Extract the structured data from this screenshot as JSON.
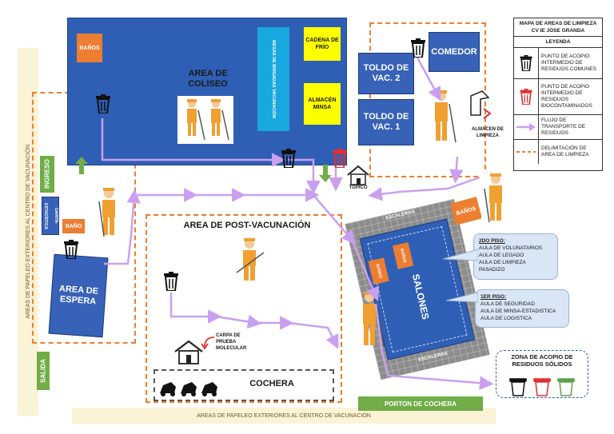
{
  "colors": {
    "building_blue": "#2f5fb5",
    "accent_orange": "#ed7d31",
    "accent_yellow": "#ffff00",
    "accent_green": "#70ad47",
    "flow_arrow": "#c9a0f0",
    "bin_common": "#1a1a1a",
    "bin_biocontaminated": "#e03030"
  },
  "legend": {
    "title_line1": "MAPA DE AREAS DE LIMPIEZA",
    "title_line2": "CV IE JOSE GRANDA",
    "heading": "LEYENDA",
    "items": [
      {
        "icon": "trash-bin-black-icon",
        "text": "PUNTO DE ACOPIO INTERMEDIO DE RESIDUOS COMUNES"
      },
      {
        "icon": "trash-bin-red-icon",
        "text": "PUNTO DE ACOPIO INTERMEDIO DE RESIDUOS BIOCONTAMINADOS"
      },
      {
        "icon": "flow-arrow-icon",
        "text": "FLUJO DE TRANSPORTE DE RESIDUOS"
      },
      {
        "icon": "dashed-line-icon",
        "text": "DELIMITACIÓN DE AREA DE LIMPIEZA"
      }
    ]
  },
  "coliseo": {
    "banos": "BAÑOS",
    "title": "AREA DE COLISEO",
    "brigadas": "MESAS DE BRIGADAS VACUNACIÓN",
    "cadena_frio": "CADENA DE FRÍO",
    "almacen_minsa": "ALMACÉN MINSA"
  },
  "toldos": {
    "toldo2": "TOLDO DE VAC. 2",
    "toldo1": "TOLDO DE VAC. 1",
    "comedor": "COMEDOR",
    "almacen_limpieza": "ALMACEN DE LIMPIEZA"
  },
  "entrance": {
    "ingreso": "INGRESO",
    "garita": "GARITA-ESTADÍSTICA",
    "bano": "BAÑO",
    "espera": "AREA DE ESPERA",
    "salida": "SALIDA",
    "topico": "TÓPICO"
  },
  "post_vacunacion": {
    "title": "AREA DE POST-VACUNACIÓN",
    "carpa": "CARPA DE PRUEBA MOLECULAR",
    "cochera": "COCHERA"
  },
  "salones": {
    "title": "SALONES",
    "escaleras_top": "ESCALERAS",
    "escaleras_bottom": "ESCALERAS",
    "banos_outer": "BAÑOS",
    "banos_a": "BAÑOS",
    "banos_b": "BAÑOS",
    "piso2_title": "2DO PISO:",
    "piso2_items": [
      "AULA DE VOLUNATARIOS",
      "AULA DE LEGADO",
      "AULA DE LIMPIEZA",
      "PASADIZO"
    ],
    "piso1_title": "1ER PISO:",
    "piso1_items": [
      "AULA DE SEGURIDAD",
      "AULA DE MINSA-ESTADISTICA",
      "AULA DE LOGISTICA"
    ]
  },
  "zona_acopio": {
    "title": "ZONA DE ACOPIO DE RESIDUOS SÓLIDOS"
  },
  "perimeter": {
    "papeleo_bottom": "AREAS DE PAPELEO EXTERIORES AL CENTRO DE VACUNACIÓN",
    "papeleo_left": "AREAS DE PAPELEO EXTERIORES AL CENTRO DE VACUNACIÓN",
    "porton": "PORTON DE COCHERA"
  }
}
